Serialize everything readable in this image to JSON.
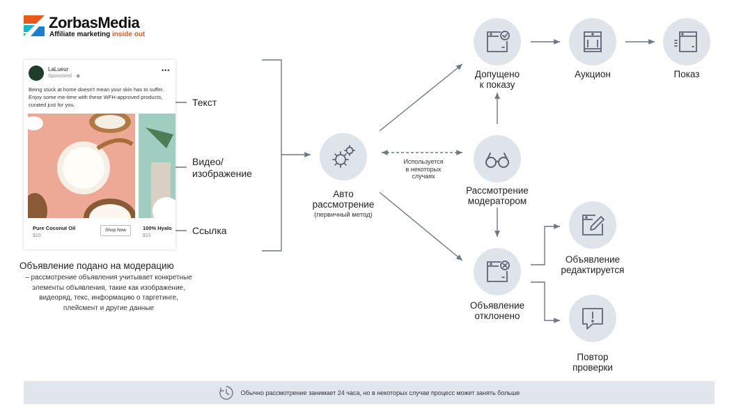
{
  "logo": {
    "name": "ZorbasMedia",
    "tagline_main": "Affiliate marketing ",
    "tagline_accent": "inside out",
    "accent_color": "#e8591a"
  },
  "ad": {
    "brand": "LaLueur",
    "sponsored": "Sponsored · ",
    "dots": "•••",
    "body_text": "Being stuck at home doesn't mean your skin has to suffer. Enjoy some me-time with these WFH-approved products, curated just for you.",
    "product1_name": "Pure Coconut Oil",
    "product1_price": "$10",
    "shop_now": "Shop Now",
    "product2_name": "100% Hyalo",
    "product2_price": "$15"
  },
  "ad_element_labels": {
    "text": "Текст",
    "media_line1": "Видео/",
    "media_line2": "изображение",
    "link": "Ссылка"
  },
  "submission": {
    "title": "Объявление подано на модерацию",
    "description": "– рассмотрение объявления учитывает конкретные элементы объявления, такие как изображение, видеоряд, текс, информацию о таргетинге, плейсмент и другие данные"
  },
  "nodes": {
    "auto_review": {
      "line1": "Авто",
      "line2": "рассмотрение",
      "sub": "(первичный метод)",
      "icon": "gears-icon"
    },
    "sometimes_used": {
      "line1": "Используется",
      "line2": "в некоторых",
      "line3": "случаях"
    },
    "moderator_review": {
      "line1": "Рассмотрение",
      "line2": "модератором",
      "icon": "glasses-icon"
    },
    "approved": {
      "line1": "Допущено",
      "line2": "к показу",
      "icon": "window-check-icon"
    },
    "auction": {
      "line1": "Аукцион",
      "icon": "auction-icon"
    },
    "impression": {
      "line1": "Показ",
      "icon": "window-display-icon"
    },
    "rejected": {
      "line1": "Объявление",
      "line2": "отклонено",
      "icon": "window-cross-icon"
    },
    "editing": {
      "line1": "Объявление",
      "line2": "редактируется",
      "icon": "edit-icon"
    },
    "recheck": {
      "line1": "Повтор",
      "line2": "проверки",
      "icon": "message-alert-icon"
    }
  },
  "footer": {
    "text": "Обычно рассмотрение занимает 24 часа, но в некоторых случае процесс может занять больше",
    "icon": "clock-icon"
  },
  "colors": {
    "node_fill": "#dfe3ea",
    "icon_stroke": "#5c6472",
    "line": "#6f7782",
    "footer_bg": "#e1e5ec"
  }
}
